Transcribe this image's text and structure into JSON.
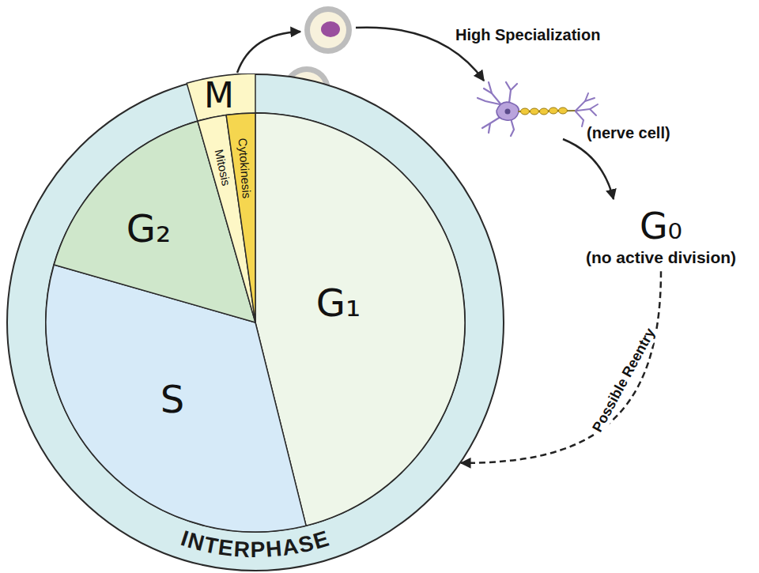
{
  "diagram": {
    "nodes": [
      {
        "text": [
          "INTERPHASE"
        ]
      },
      {
        "text": [
          "G₁"
        ],
        "in": 0
      },
      {
        "text": [
          "S"
        ],
        "in": 0
      },
      {
        "text": [
          "G₂"
        ],
        "in": 0
      },
      {
        "text": [
          "M"
        ],
        "in": 0
      },
      {
        "text": [
          "Mitosis"
        ],
        "in": 0
      },
      {
        "text": [
          "Cytokinesis"
        ],
        "in": 0
      },
      {
        "text": [
          "G₀",
          "(no active division)"
        ]
      }
    ],
    "edges": [
      {
        "from": 7,
        "to": 0,
        "arrow": "to",
        "label": "Possible Reentry"
      }
    ],
    "labels": [
      "High Specialization",
      "(nerve cell)"
    ]
  }
}
